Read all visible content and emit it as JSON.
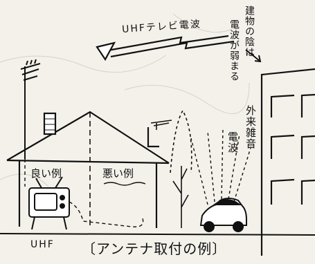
{
  "labels": {
    "uhf_wave": "UHFテレビ電波",
    "building_shadow": [
      "建物の陰は",
      "電波が弱まる"
    ],
    "external_noise": "外来雑音",
    "noise_wave": "電波",
    "good_example": "良い例",
    "bad_example": "悪い例",
    "uhf": "UHF",
    "caption": "〔アンテナ取付の例〕"
  }
}
